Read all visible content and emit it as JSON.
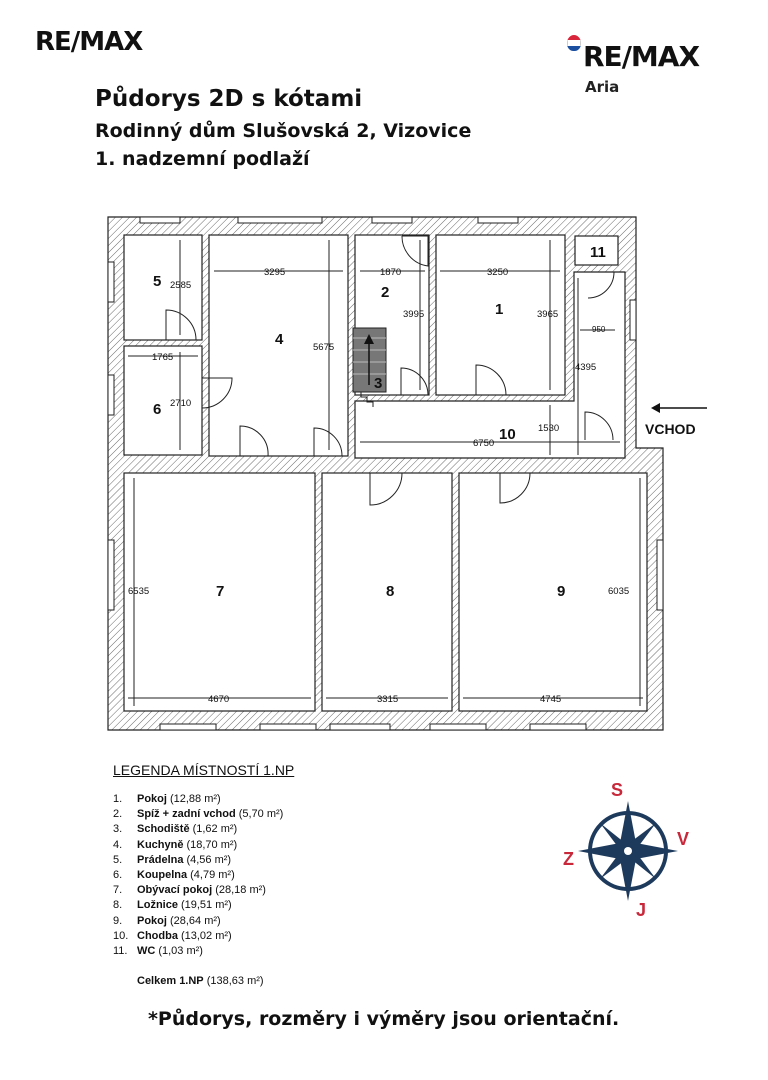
{
  "logos": {
    "left": "RE/MAX",
    "right": "RE/MAX",
    "right_sub": "Aria",
    "balloon_colors": [
      "#d9263b",
      "#ffffff",
      "#1b4fa0"
    ]
  },
  "header": {
    "title": "Půdorys 2D s kótami",
    "address": "Rodinný dům Slušovská 2, Vizovice",
    "floor": "1. nadzemní podlaží"
  },
  "plan": {
    "rooms": [
      {
        "id": "1",
        "label": "1"
      },
      {
        "id": "2",
        "label": "2"
      },
      {
        "id": "3",
        "label": "3"
      },
      {
        "id": "4",
        "label": "4"
      },
      {
        "id": "5",
        "label": "5"
      },
      {
        "id": "6",
        "label": "6"
      },
      {
        "id": "7",
        "label": "7"
      },
      {
        "id": "8",
        "label": "8"
      },
      {
        "id": "9",
        "label": "9"
      },
      {
        "id": "10",
        "label": "10"
      },
      {
        "id": "11",
        "label": "11"
      }
    ],
    "dimensions": {
      "r5_h": "2585",
      "r4_w": "3295",
      "r2_w": "1870",
      "r1_w": "3250",
      "r2_h": "3995",
      "r1_h": "3965",
      "wc_w": "950",
      "r4_h": "5675",
      "r6_w": "1765",
      "r6_h": "2710",
      "hall_h": "4395",
      "r10_h": "1530",
      "r10_w": "6750",
      "r7_h": "6535",
      "r9_h": "6035",
      "r7_w": "4670",
      "r8_w": "3315",
      "r9_w": "4745"
    },
    "entry_label": "VCHOD"
  },
  "legend": {
    "title": "LEGENDA MÍSTNOSTÍ 1.NP",
    "items": [
      {
        "num": "1.",
        "name": "Pokoj",
        "area": "(12,88 m²)"
      },
      {
        "num": "2.",
        "name": "Spíž + zadní vchod",
        "area": "(5,70 m²)"
      },
      {
        "num": "3.",
        "name": "Schodiště",
        "area": "(1,62 m²)"
      },
      {
        "num": "4.",
        "name": "Kuchyně",
        "area": "(18,70 m²)"
      },
      {
        "num": "5.",
        "name": "Prádelna",
        "area": "(4,56 m²)"
      },
      {
        "num": "6.",
        "name": "Koupelna",
        "area": " (4,79 m²)"
      },
      {
        "num": "7.",
        "name": "Obývací pokoj",
        "area": "(28,18 m²)"
      },
      {
        "num": "8.",
        "name": "Ložnice",
        "area": "(19,51 m²)"
      },
      {
        "num": "9.",
        "name": "Pokoj",
        "area": "(28,64 m²)"
      },
      {
        "num": "10.",
        "name": "Chodba",
        "area": "(13,02 m²)"
      },
      {
        "num": "11.",
        "name": "WC",
        "area": "(1,03 m²)"
      }
    ],
    "total_label": "Celkem 1.NP",
    "total_area": "(138,63 m²)"
  },
  "compass": {
    "north": "S",
    "east": "V",
    "south": "J",
    "west": "Z",
    "letter_color": "#c8283a",
    "rose_color": "#1d3a5c"
  },
  "footer": {
    "note": "*Půdorys, rozměry i výměry jsou orientační."
  }
}
